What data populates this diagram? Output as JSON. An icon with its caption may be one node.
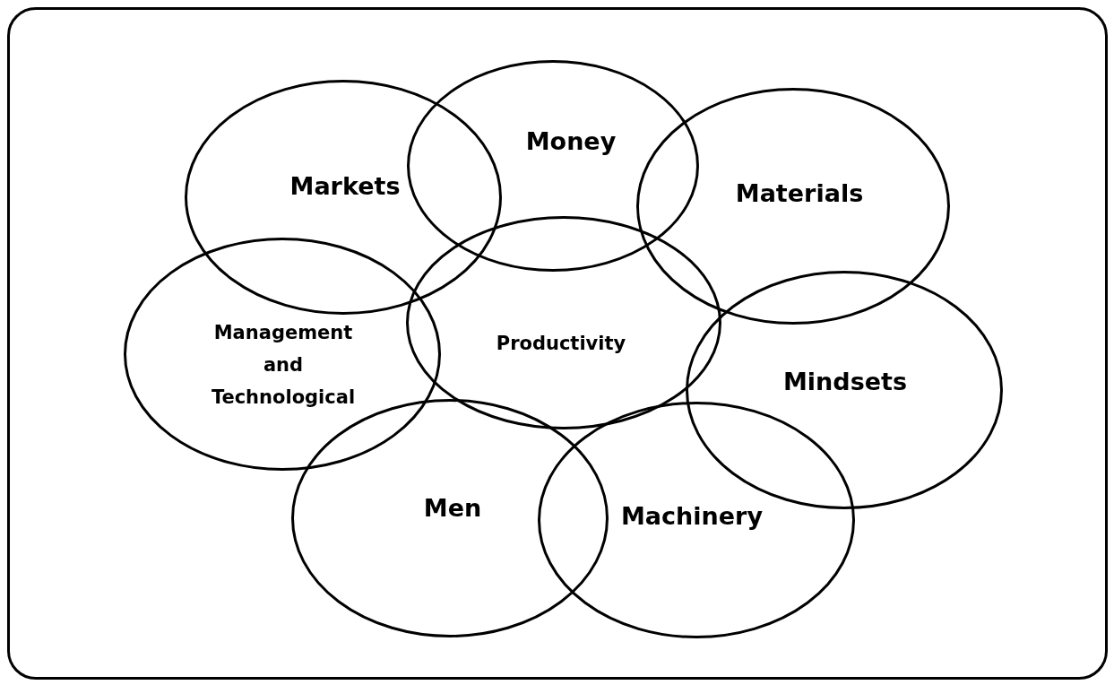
{
  "diagram": {
    "nodes": [
      {
        "text": [
          "Markets"
        ]
      },
      {
        "text": [
          "Money"
        ]
      },
      {
        "text": [
          "Materials"
        ]
      },
      {
        "text": [
          "Management and Technological"
        ]
      },
      {
        "text": [
          "Productivity"
        ]
      },
      {
        "text": [
          "Mindsets"
        ]
      },
      {
        "text": [
          "Men"
        ]
      },
      {
        "text": [
          "Machinery"
        ]
      }
    ],
    "edges": []
  }
}
